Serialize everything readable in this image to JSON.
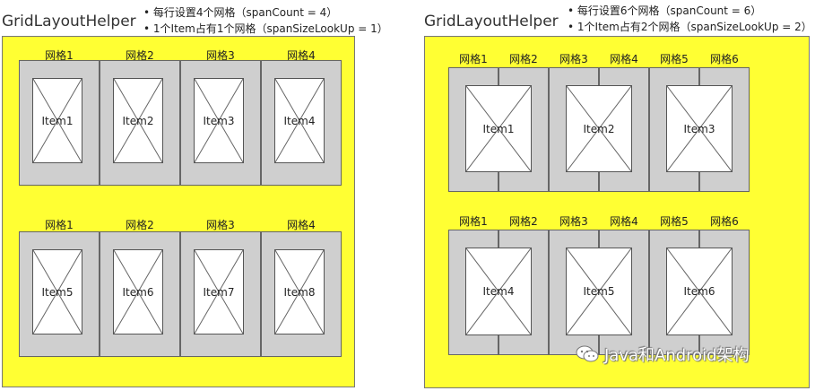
{
  "left": {
    "title": "GridLayoutHelper",
    "notes": [
      "• 每行设置4个网格（spanCount = 4）",
      "• 1个Item占有1个网格（spanSizeLookUp = 1）"
    ],
    "rows": [
      {
        "grid_labels": [
          "网格1",
          "网格2",
          "网格3",
          "网格4"
        ],
        "items": [
          "Item1",
          "Item2",
          "Item3",
          "Item4"
        ]
      },
      {
        "grid_labels": [
          "网格1",
          "网格2",
          "网格3",
          "网格4"
        ],
        "items": [
          "Item5",
          "Item6",
          "Item7",
          "Item8"
        ]
      }
    ]
  },
  "right": {
    "title": "GridLayoutHelper",
    "notes": [
      "• 每行设置6个网格（spanCount = 6）",
      "• 1个Item占有2个网格（spanSizeLookUp = 2）"
    ],
    "rows": [
      {
        "grid_labels": [
          "网格1",
          "网格2",
          "网格3",
          "网格4",
          "网格5",
          "网格6"
        ],
        "items": [
          "Item1",
          "Item2",
          "Item3"
        ]
      },
      {
        "grid_labels": [
          "网格1",
          "网格2",
          "网格3",
          "网格4",
          "网格5",
          "网格6"
        ],
        "items": [
          "Item4",
          "Item5",
          "Item6"
        ]
      }
    ]
  },
  "watermark": {
    "text": "Java和Android架构",
    "icon": "wechat-icon"
  },
  "colors": {
    "background": "#ffff33",
    "cell": "#cfcfcf",
    "card": "#ffffff"
  }
}
